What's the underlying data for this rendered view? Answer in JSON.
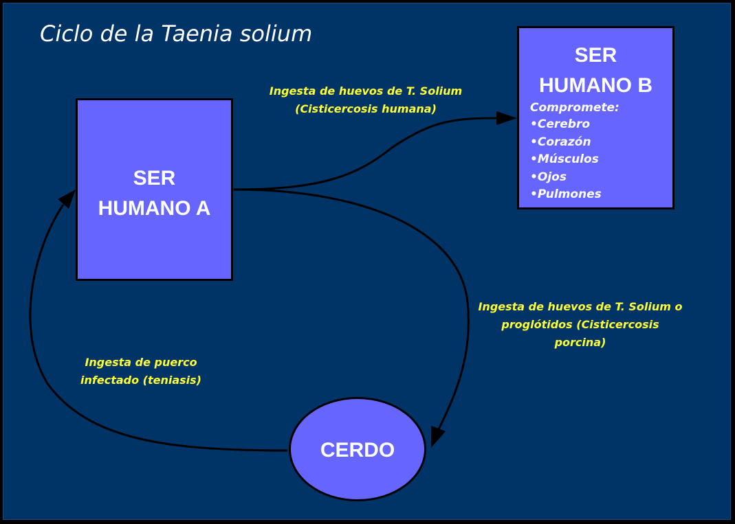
{
  "title": "Ciclo de la Taenia solium",
  "nodes": {
    "human_a": {
      "line1": "SER",
      "line2": "HUMANO A"
    },
    "human_b": {
      "line1": "SER",
      "line2": "HUMANO B",
      "compromete": "Compromete:",
      "organs": [
        "•Cerebro",
        "•Corazón",
        "•Músculos",
        "•Ojos",
        "•Pulmones"
      ]
    },
    "cerdo": {
      "label": "CERDO"
    }
  },
  "edges": {
    "a_to_b": {
      "line1": "Ingesta de huevos de T. Solium",
      "line2": "(Cisticercosis humana)"
    },
    "a_to_cerdo": {
      "line1": "Ingesta de huevos de T. Solium o",
      "line2": "proglótidos (Cisticercosis",
      "line3": "porcina)"
    },
    "cerdo_to_a": {
      "line1": "Ingesta de puerco",
      "line2": "infectado (teniasis)"
    }
  },
  "colors": {
    "background": "#003366",
    "node_fill": "#6666ff",
    "label_text": "#ffff33",
    "node_text": "#ffffff"
  }
}
